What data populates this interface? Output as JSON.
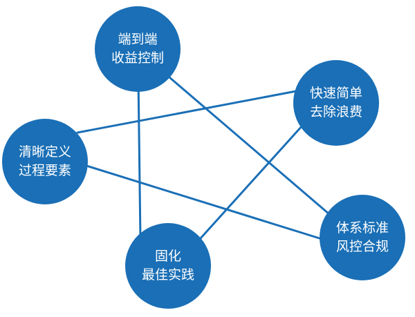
{
  "nodes": {
    "end_to_end": {
      "line1": "端到端",
      "line2": "收益控制"
    },
    "fast_simple": {
      "line1": "快速简单",
      "line2": "去除浪费"
    },
    "clear_process": {
      "line1": "清晰定义",
      "line2": "过程要素"
    },
    "standard_compliance": {
      "line1": "体系标准",
      "line2": "风控合规"
    },
    "best_practice": {
      "line1": "固化",
      "line2": "最佳实践"
    }
  },
  "colors": {
    "node_fill": "#1a6fb6",
    "link": "#1a6fb6",
    "text": "#ffffff"
  }
}
